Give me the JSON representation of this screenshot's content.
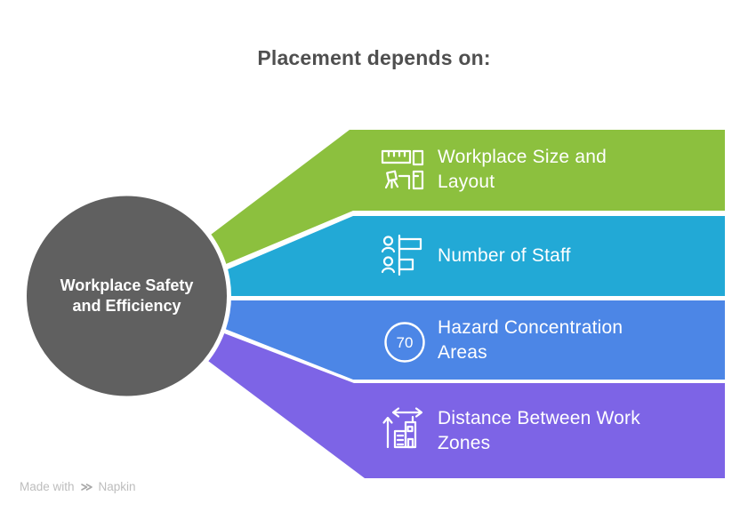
{
  "title": "Placement depends on:",
  "center": {
    "label": "Workplace Safety and Efficiency",
    "color": "#606060"
  },
  "items": [
    {
      "label": "Workplace Size and Layout",
      "icon": "floor-plan-icon",
      "color": "#8CC03E"
    },
    {
      "label": "Number of Staff",
      "icon": "staff-bars-icon",
      "color": "#22A9D6"
    },
    {
      "label": "Hazard Concentration Areas",
      "icon": "hazard-badge-icon",
      "color": "#4C86E6",
      "badge_value": "70"
    },
    {
      "label": "Distance Between Work Zones",
      "icon": "distance-building-icon",
      "color": "#7D64E6"
    }
  ],
  "footer": {
    "made_with": "Made with",
    "brand": "Napkin"
  }
}
